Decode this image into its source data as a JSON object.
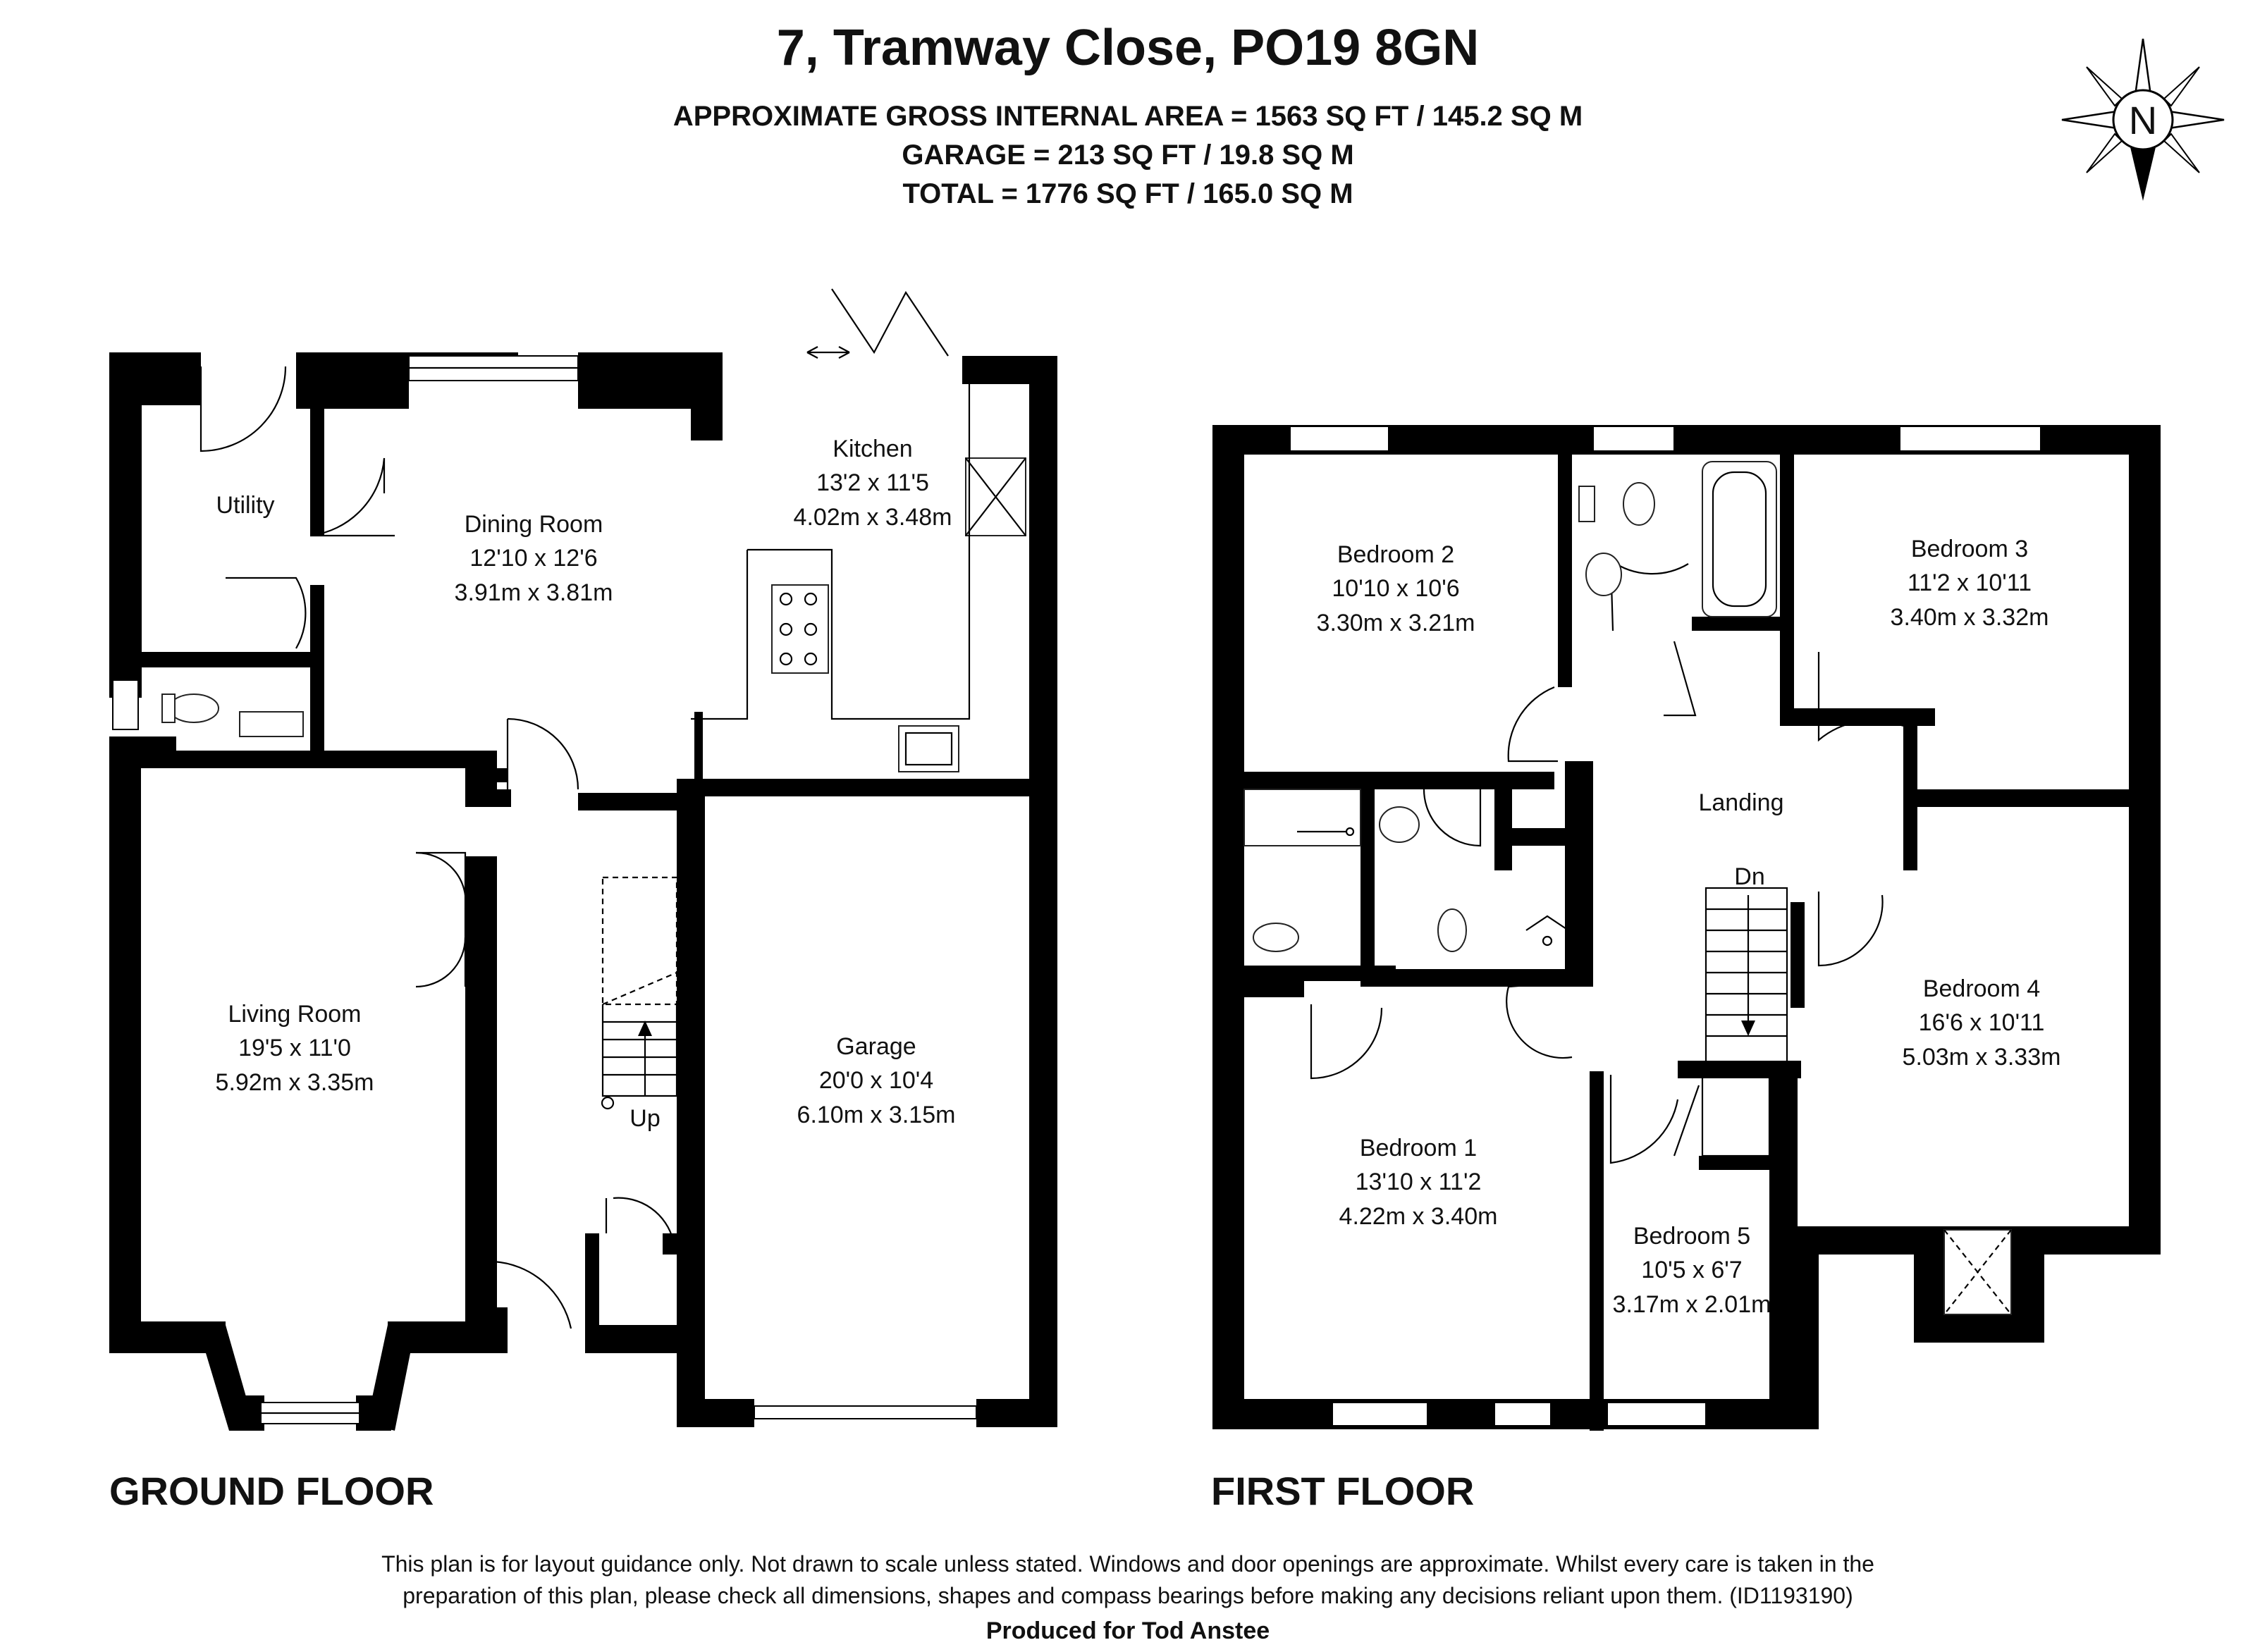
{
  "header": {
    "title": "7, Tramway Close, PO19 8GN",
    "area_lines": [
      "APPROXIMATE GROSS INTERNAL AREA = 1563 SQ FT / 145.2 SQ M",
      "GARAGE = 213 SQ FT / 19.8 SQ M",
      "TOTAL = 1776 SQ FT / 165.0 SQ M"
    ]
  },
  "compass": {
    "label": "N"
  },
  "ground_floor": {
    "label": "GROUND FLOOR",
    "rooms": {
      "utility": {
        "name": "Utility"
      },
      "dining": {
        "name": "Dining Room",
        "imperial": "12'10 x 12'6",
        "metric": "3.91m x 3.81m"
      },
      "kitchen": {
        "name": "Kitchen",
        "imperial": "13'2 x 11'5",
        "metric": "4.02m x 3.48m"
      },
      "living": {
        "name": "Living Room",
        "imperial": "19'5 x 11'0",
        "metric": "5.92m x 3.35m"
      },
      "garage": {
        "name": "Garage",
        "imperial": "20'0 x 10'4",
        "metric": "6.10m x 3.15m"
      }
    },
    "stairs_label": "Up"
  },
  "first_floor": {
    "label": "FIRST FLOOR",
    "rooms": {
      "bedroom2": {
        "name": "Bedroom 2",
        "imperial": "10'10 x 10'6",
        "metric": "3.30m x 3.21m"
      },
      "bedroom3": {
        "name": "Bedroom 3",
        "imperial": "11'2 x 10'11",
        "metric": "3.40m x 3.32m"
      },
      "landing": {
        "name": "Landing"
      },
      "bedroom4": {
        "name": "Bedroom 4",
        "imperial": "16'6 x 10'11",
        "metric": "5.03m x 3.33m"
      },
      "bedroom1": {
        "name": "Bedroom 1",
        "imperial": "13'10 x 11'2",
        "metric": "4.22m x 3.40m"
      },
      "bedroom5": {
        "name": "Bedroom 5",
        "imperial": "10'5 x 6'7",
        "metric": "3.17m x 2.01m"
      }
    },
    "stairs_label": "Dn"
  },
  "footer": {
    "disclaimer_line1": "This plan is for layout guidance only. Not drawn to scale unless stated. Windows and door openings are approximate. Whilst every care is taken in the",
    "disclaimer_line2": "preparation of this plan, please check all dimensions, shapes and compass bearings before making any decisions reliant upon them. (ID1193190)",
    "produced_for": "Produced for Tod Anstee"
  }
}
